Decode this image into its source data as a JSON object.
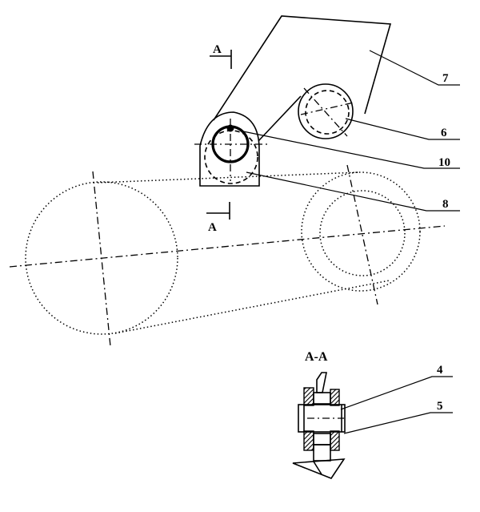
{
  "figure": {
    "labels": {
      "part_7": "7",
      "part_6": "6",
      "part_10": "10",
      "part_8": "8",
      "part_4": "4",
      "part_5": "5"
    },
    "section_marker": "A",
    "section_title": "A-A"
  }
}
